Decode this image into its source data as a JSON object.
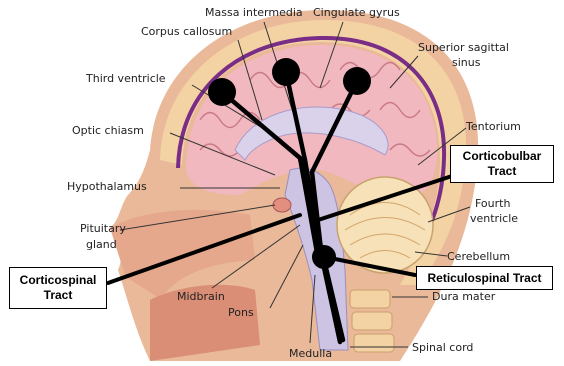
{
  "labels": {
    "corpus_callosum": "Corpus callosum",
    "massa_intermedia": "Massa intermedia",
    "cingulate_gyrus": "Cingulate gyrus",
    "superior_sagittal_1": "Superior sagittal",
    "superior_sagittal_2": "sinus",
    "third_ventricle": "Third ventricle",
    "tentorium": "Tentorium",
    "optic_chiasm": "Optic chiasm",
    "hypothalamus": "Hypothalamus",
    "fourth_1": "Fourth",
    "fourth_2": "ventricle",
    "pituitary_1": "Pituitary",
    "pituitary_2": "gland",
    "cerebellum": "Cerebellum",
    "dura_mater": "Dura mater",
    "midbrain": "Midbrain",
    "pons": "Pons",
    "medulla": "Medulla",
    "spinal_cord": "Spinal cord"
  },
  "boxes": {
    "corticobulbar_1": "Corticobulbar",
    "corticobulbar_2": "Tract",
    "corticospinal_1": "Corticospinal",
    "corticospinal_2": "Tract",
    "reticulospinal": "Reticulospinal Tract"
  },
  "colors": {
    "skin": "#e9b99a",
    "brain": "#f2b8c0",
    "skull": "#f3d2a3",
    "dura": "#7a2d86",
    "cerebellum": "#f7e1b8",
    "tract": "#000000"
  }
}
